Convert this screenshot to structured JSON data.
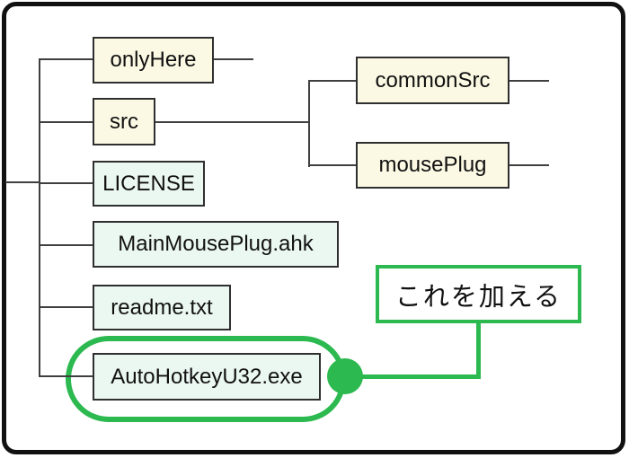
{
  "diagram": {
    "description_labels": {
      "callout": "これを加える"
    },
    "nodes": {
      "only_here": {
        "label": "onlyHere",
        "kind": "folder"
      },
      "src": {
        "label": "src",
        "kind": "folder"
      },
      "common_src": {
        "label": "commonSrc",
        "kind": "folder"
      },
      "mouse_plug": {
        "label": "mousePlug",
        "kind": "folder"
      },
      "license": {
        "label": "LICENSE",
        "kind": "file"
      },
      "main_mouse_plug_ahk": {
        "label": "MainMousePlug.ahk",
        "kind": "file"
      },
      "readme_txt": {
        "label": "readme.txt",
        "kind": "file"
      },
      "autohotkey_u32_exe": {
        "label": "AutoHotkeyU32.exe",
        "kind": "file"
      }
    },
    "colors": {
      "frame_color": "#111111",
      "line_color": "#3f3f3f",
      "node_border": "#2f2f2f",
      "folder_fill": "#fbf9e3",
      "file_fill": "#ebf7f1",
      "accent_green": "#2cb94f",
      "text_color": "#111111"
    }
  }
}
